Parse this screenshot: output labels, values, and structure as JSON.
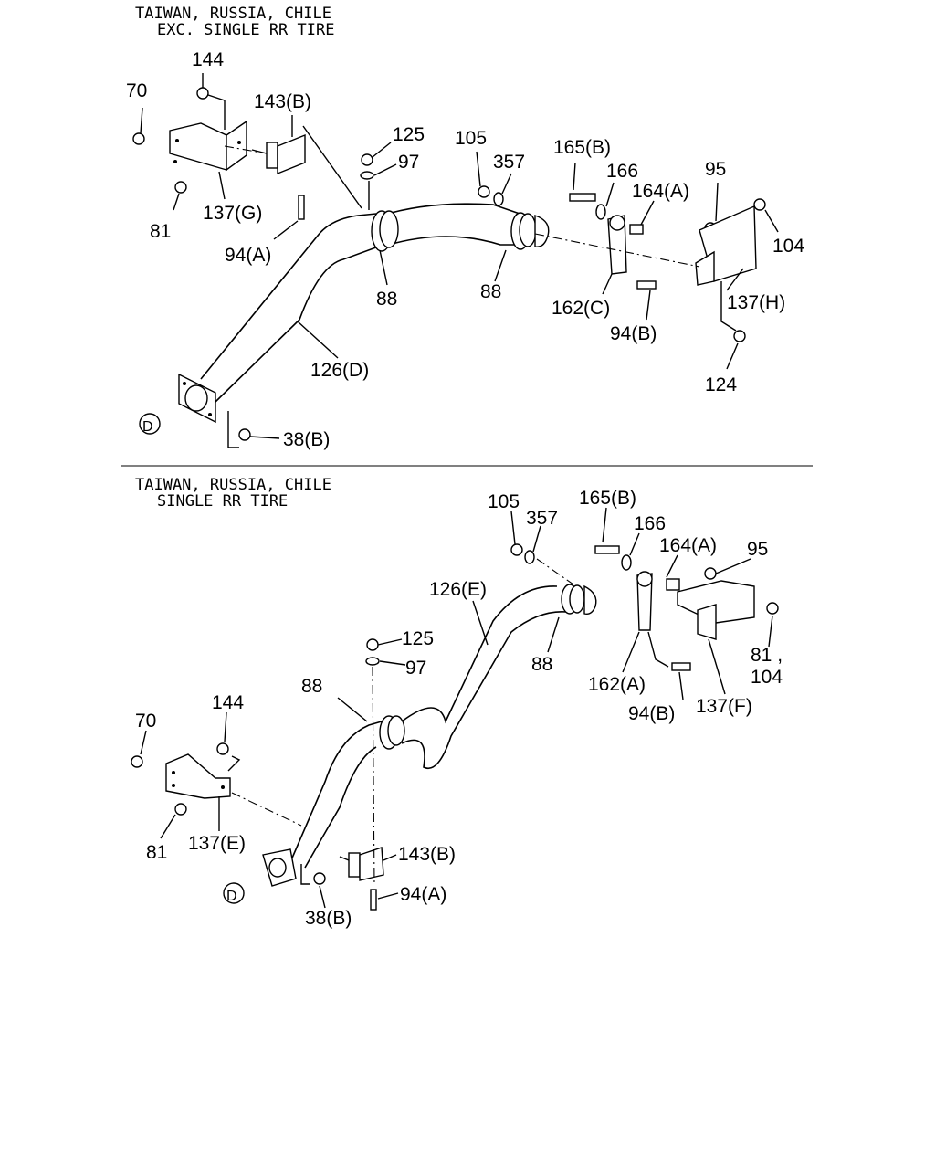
{
  "sections": [
    {
      "header": [
        "TAIWAN, RUSSIA, CHILE",
        "EXC. SINGLE RR TIRE"
      ],
      "callouts": [
        "144",
        "70",
        "143(B)",
        "125",
        "97",
        "105",
        "357",
        "165(B)",
        "166",
        "95",
        "164(A)",
        "104",
        "81",
        "137(G)",
        "94(A)",
        "88",
        "88",
        "162(C)",
        "137(H)",
        "94(B)",
        "126(D)",
        "124",
        "38(B)"
      ],
      "connector": "D"
    },
    {
      "header": [
        "TAIWAN, RUSSIA, CHILE",
        "SINGLE RR TIRE"
      ],
      "callouts": [
        "105",
        "165(B)",
        "357",
        "166",
        "164(A)",
        "95",
        "126(E)",
        "125",
        "97",
        "88",
        "162(A)",
        "81 ,",
        "104",
        "94(B)",
        "137(F)",
        "144",
        "88",
        "70",
        "81",
        "137(E)",
        "143(B)",
        "94(A)",
        "38(B)"
      ],
      "connector": "D"
    }
  ]
}
